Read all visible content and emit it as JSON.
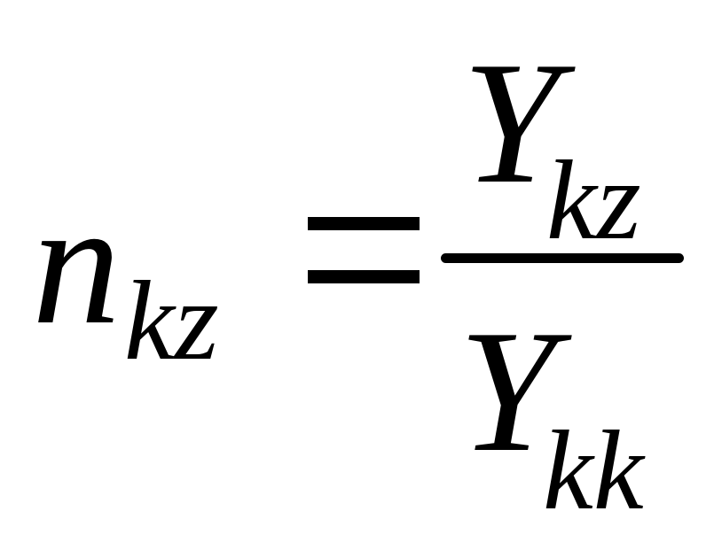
{
  "formula": {
    "lhs": {
      "symbol": "n",
      "subscript": "kz"
    },
    "operator": "=",
    "numerator": {
      "symbol": "Y",
      "subscript": "kz"
    },
    "denominator": {
      "symbol": "Y",
      "subscript": "kk"
    }
  }
}
